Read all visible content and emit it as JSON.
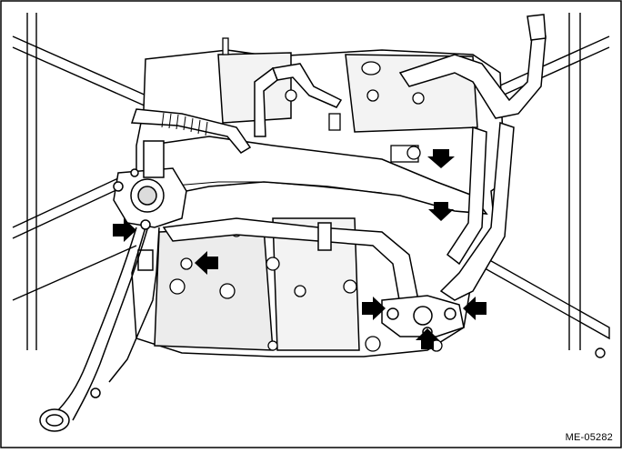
{
  "figure": {
    "id_label": "ME-05282",
    "stroke_color": "#000000",
    "fill_color": "#ffffff",
    "shade_color": "#cfcfcf"
  },
  "callouts": [
    {
      "icon": "arrow-down",
      "target": "bolt"
    },
    {
      "icon": "arrow-down",
      "target": "bolt"
    },
    {
      "icon": "arrow-right",
      "target": "bolt"
    },
    {
      "icon": "arrow-left",
      "target": "bolt"
    },
    {
      "icon": "arrow-right",
      "target": "bolt"
    },
    {
      "icon": "arrow-left",
      "target": "bolt"
    },
    {
      "icon": "arrow-up",
      "target": "bolt"
    }
  ]
}
